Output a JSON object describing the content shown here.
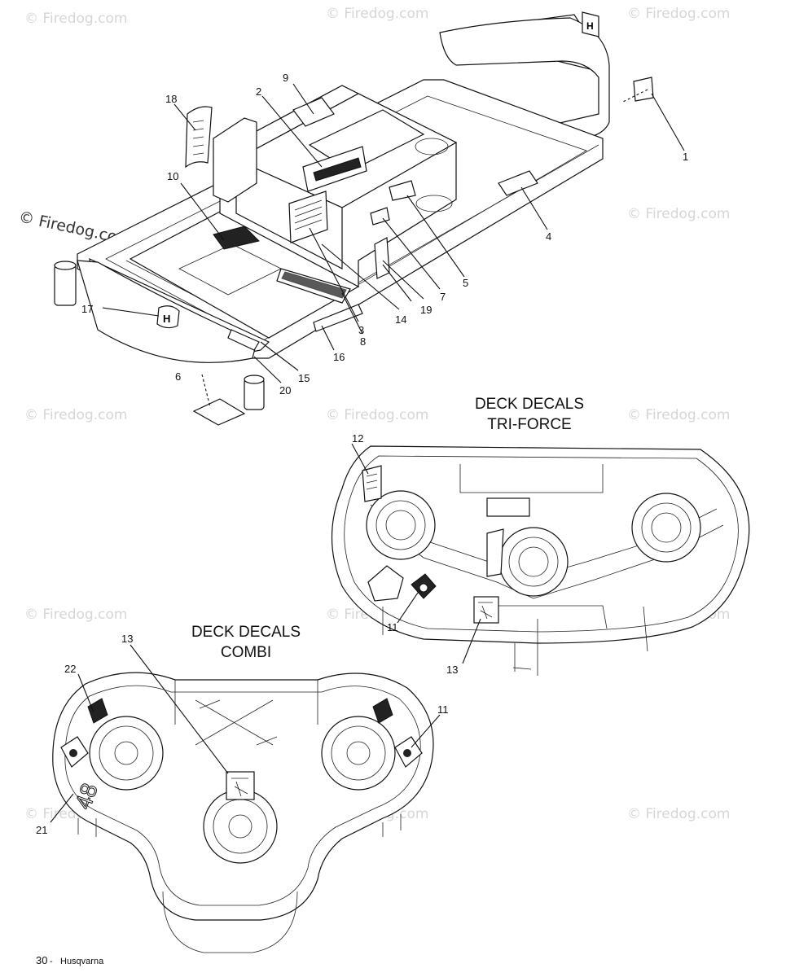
{
  "watermarks": {
    "text": "© Firedog.com",
    "copyright_sign": "©",
    "brand": "Firedog.com"
  },
  "callouts": {
    "c1": "1",
    "c2": "2",
    "c3": "3",
    "c4": "4",
    "c5": "5",
    "c6": "6",
    "c7": "7",
    "c8": "8",
    "c9": "9",
    "c10": "10",
    "c11a": "11",
    "c11b": "11",
    "c12": "12",
    "c13a": "13",
    "c13b": "13",
    "c14": "14",
    "c15": "15",
    "c16": "16",
    "c17": "17",
    "c18": "18",
    "c19": "19",
    "c20": "20",
    "c21": "21",
    "c22": "22"
  },
  "sections": {
    "triforce": {
      "line1": "DECK DECALS",
      "line2": "TRI-FORCE"
    },
    "combi": {
      "line1": "DECK DECALS",
      "line2": "COMBI"
    }
  },
  "footer": {
    "page": "30",
    "separator": " - ",
    "brand": "Husqvarna"
  },
  "deck_badge": "48"
}
